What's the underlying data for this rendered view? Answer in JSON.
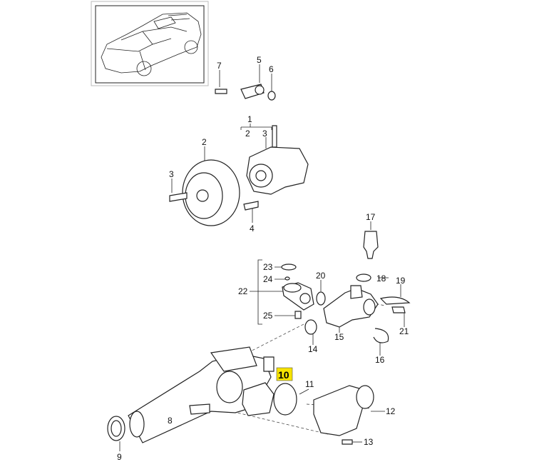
{
  "diagram": {
    "highlighted_part": "10",
    "highlight_color": "#f7e300",
    "thumbnail": "car-thumbnail",
    "labels": {
      "p1": "1",
      "p2a": "2",
      "p3a": "3",
      "p2": "2",
      "p3": "3",
      "p4": "4",
      "p5": "5",
      "p6": "6",
      "p7": "7",
      "p8": "8",
      "p9": "9",
      "p10": "10",
      "p11": "11",
      "p12": "12",
      "p13": "13",
      "p14": "14",
      "p15": "15",
      "p16": "16",
      "p17": "17",
      "p18": "18",
      "p19": "19",
      "p20": "20",
      "p21": "21",
      "p22": "22",
      "p23": "23",
      "p24": "24",
      "p25": "25"
    }
  }
}
